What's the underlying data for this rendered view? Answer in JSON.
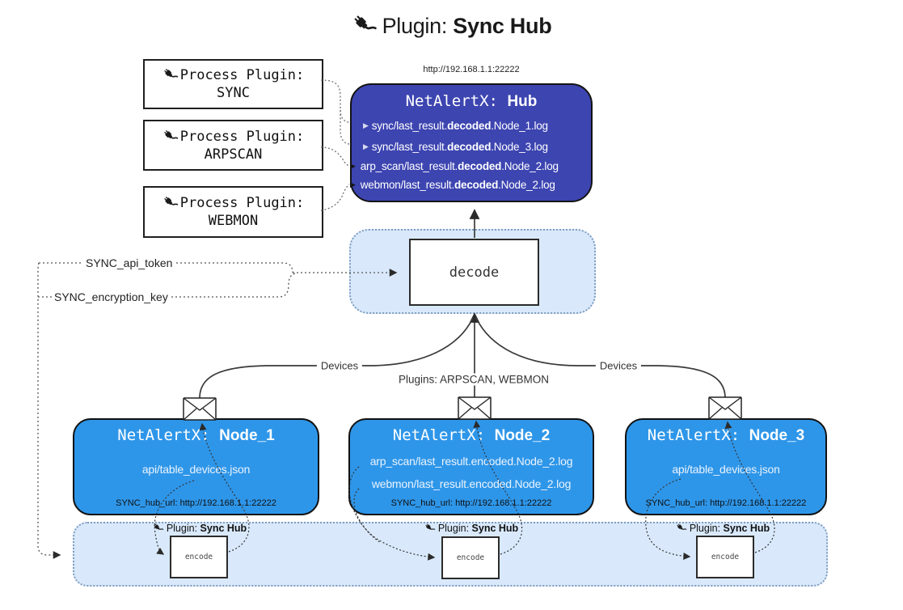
{
  "title": {
    "prefix": "Plugin: ",
    "name": "Sync Hub"
  },
  "process_plugins": [
    {
      "label": "Process Plugin:",
      "name": "SYNC"
    },
    {
      "label": "Process Plugin:",
      "name": "ARPSCAN"
    },
    {
      "label": "Process Plugin:",
      "name": "WEBMON"
    }
  ],
  "hub": {
    "url": "http://192.168.1.1:22222",
    "title_prefix": "NetAlertX: ",
    "title_name": "Hub",
    "rows": [
      {
        "pre": "sync/last_result.",
        "bold": "decoded",
        "post": ".Node_1.log"
      },
      {
        "pre": "sync/last_result.",
        "bold": "decoded",
        "post": ".Node_3.log"
      },
      {
        "pre": "arp_scan/last_result.",
        "bold": "decoded",
        "post": ".Node_2.log"
      },
      {
        "pre": "webmon/last_result.",
        "bold": "decoded",
        "post": ".Node_2.log"
      }
    ]
  },
  "decode_box": {
    "label": "decode"
  },
  "config_labels": {
    "api_token": "SYNC_api_token",
    "encryption_key": "SYNC_encryption_key"
  },
  "edge_labels": {
    "devices_left": "Devices",
    "devices_right": "Devices",
    "plugins": "Plugins: ARPSCAN, WEBMON"
  },
  "nodes": [
    {
      "title_prefix": "NetAlertX: ",
      "title_name": "Node_1",
      "lines": [
        "api/table_devices.json"
      ],
      "hub_url": "SYNC_hub_url: http://192.168.1.1:22222"
    },
    {
      "title_prefix": "NetAlertX: ",
      "title_name": "Node_2",
      "lines": [
        "arp_scan/last_result.encoded.Node_2.log",
        "webmon/last_result.encoded.Node_2.log"
      ],
      "hub_url": "SYNC_hub_url: http://192.168.1.1:22222"
    },
    {
      "title_prefix": "NetAlertX: ",
      "title_name": "Node_3",
      "lines": [
        "api/table_devices.json"
      ],
      "hub_url": "SYNC_hub_url: http://192.168.1.1:22222"
    }
  ],
  "encode_plugins": [
    {
      "label_prefix": "Plugin: ",
      "label_name": "Sync Hub",
      "box_label": "encode"
    },
    {
      "label_prefix": "Plugin: ",
      "label_name": "Sync Hub",
      "box_label": "encode"
    },
    {
      "label_prefix": "Plugin: ",
      "label_name": "Sync Hub",
      "box_label": "encode"
    }
  ],
  "colors": {
    "hub_fill": "#3d45b1",
    "node_fill": "#2e96e9",
    "container_fill": "#d9e9fb",
    "container_border": "#7f9dbf",
    "box_border": "#1f1f1f",
    "line": "#3a3a3a"
  }
}
